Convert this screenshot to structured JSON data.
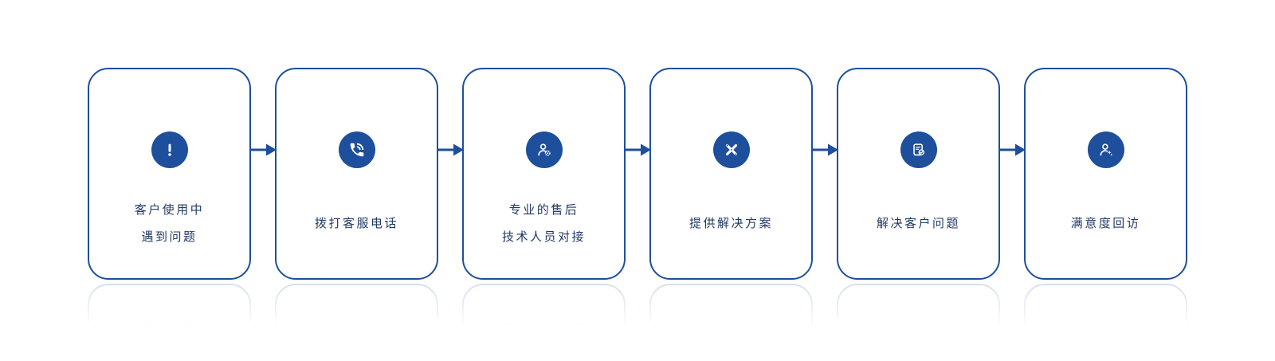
{
  "page": {
    "background_color": "#ffffff"
  },
  "flow": {
    "accent_color": "#1e4f9c",
    "text_color": "#223a63",
    "connector": "arrow-right",
    "steps": [
      {
        "icon": "exclamation-icon",
        "line1": "客户使用中",
        "line2": "遇到问题"
      },
      {
        "icon": "phone-call-icon",
        "line1": "拨打客服电话"
      },
      {
        "icon": "support-engineer-icon",
        "line1": "专业的售后",
        "line2": "技术人员对接"
      },
      {
        "icon": "crossed-tools-icon",
        "line1": "提供解决方案"
      },
      {
        "icon": "document-check-icon",
        "line1": "解决客户问题"
      },
      {
        "icon": "customer-satisfaction-icon",
        "line1": "满意度回访"
      }
    ]
  }
}
